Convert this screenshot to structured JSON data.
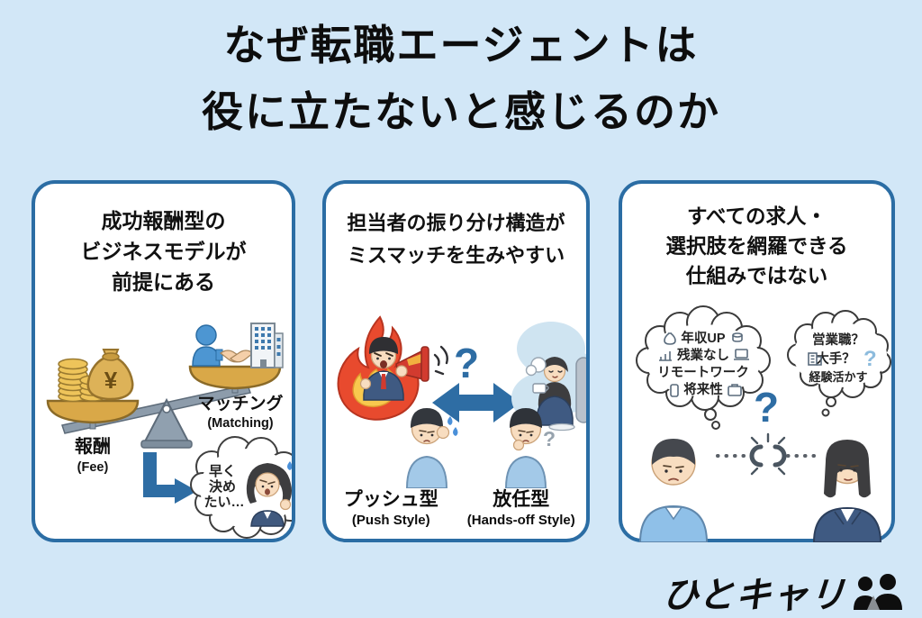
{
  "colors": {
    "background": "#d2e7f7",
    "panel_border": "#2b6da4",
    "accent_blue": "#2e6da4",
    "title_text": "#0d0d0d",
    "gold": "#d9a848",
    "fire_red": "#e84a2e",
    "fire_yellow": "#f8c94e",
    "suit_navy": "#3f5a82",
    "shirt_light_blue": "#a3c9e8"
  },
  "title": {
    "line1": "なぜ転職エージェントは",
    "line2": "役に立たないと感じるのか"
  },
  "panel1": {
    "title_lines": [
      "成功報酬型の",
      "ビジネスモデルが",
      "前提にある"
    ],
    "yen_symbol": "¥",
    "fee_label": "報酬",
    "fee_sublabel": "(Fee)",
    "matching_label": "マッチング",
    "matching_sublabel": "(Matching)",
    "bubble_lines": [
      "早く",
      "決め",
      "たい…"
    ]
  },
  "panel2": {
    "title_lines": [
      "担当者の振り分け構造が",
      "ミスマッチを生みやすい"
    ],
    "question_mark": "?",
    "small_question_mark": "?",
    "push_label": "プッシュ型",
    "push_sublabel": "(Push Style)",
    "handsoff_label": "放任型",
    "handsoff_sublabel": "(Hands-off Style)"
  },
  "panel3": {
    "title_lines": [
      "すべての求人・",
      "選択肢を網羅できる",
      "仕組みではない"
    ],
    "left_bubble_lines": [
      "年収UP",
      "残業なし",
      "リモートワーク",
      "将来性"
    ],
    "right_bubble_lines": [
      "営業職？",
      "大手？",
      "経験活かす"
    ],
    "cloud_question_mark": "?",
    "question_mark": "?"
  },
  "logo": {
    "text": "ひとキャリ"
  },
  "icons": {
    "panel1": [
      "balance-scale-icon",
      "coins-icon",
      "money-bag-icon",
      "person-icon",
      "handshake-icon",
      "building-icon",
      "down-right-arrow-icon",
      "thought-bubble-icon",
      "worried-woman-icon",
      "sweat-drops-icon"
    ],
    "panel2": [
      "fire-icon",
      "megaphone-icon",
      "pushy-agent-icon",
      "question-mark",
      "double-arrow-icon",
      "relaxed-agent-icon",
      "coffee-cup-icon",
      "steam-icon",
      "ear-covering-jobseeker-icon",
      "chin-hand-jobseeker-icon"
    ],
    "panel3": [
      "thought-cloud-icon",
      "money-bag-icon",
      "coins-icon",
      "chart-icon",
      "laptop-icon",
      "smartphone-icon",
      "briefcase-icon",
      "building-icon",
      "question-mark",
      "dotted-link-icon",
      "broken-chain-icon",
      "jobseeker-man-icon",
      "jobseeker-woman-icon"
    ],
    "logo": [
      "people-icon"
    ]
  }
}
